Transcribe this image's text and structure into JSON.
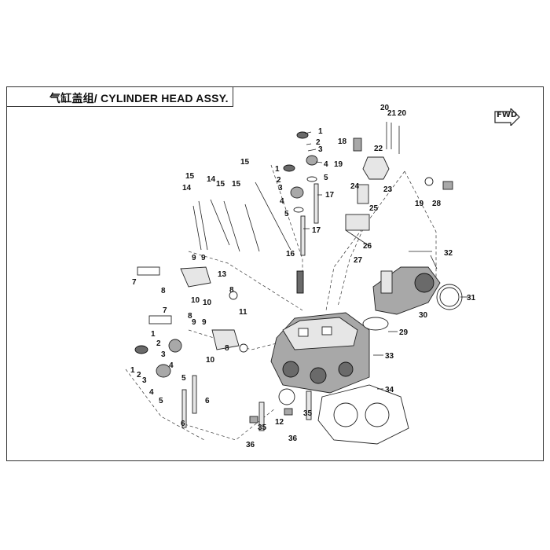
{
  "title": "气缸盖组/ CYLINDER HEAD ASSY.",
  "fwd_label": "FWD",
  "callouts": [
    "1",
    "2",
    "3",
    "4",
    "5",
    "6",
    "7",
    "8",
    "9",
    "10",
    "11",
    "12",
    "13",
    "14",
    "15",
    "16",
    "17",
    "18",
    "19",
    "20",
    "21",
    "22",
    "23",
    "24",
    "25",
    "26",
    "27",
    "28",
    "29",
    "30",
    "31",
    "32",
    "33",
    "34",
    "35",
    "36"
  ]
}
